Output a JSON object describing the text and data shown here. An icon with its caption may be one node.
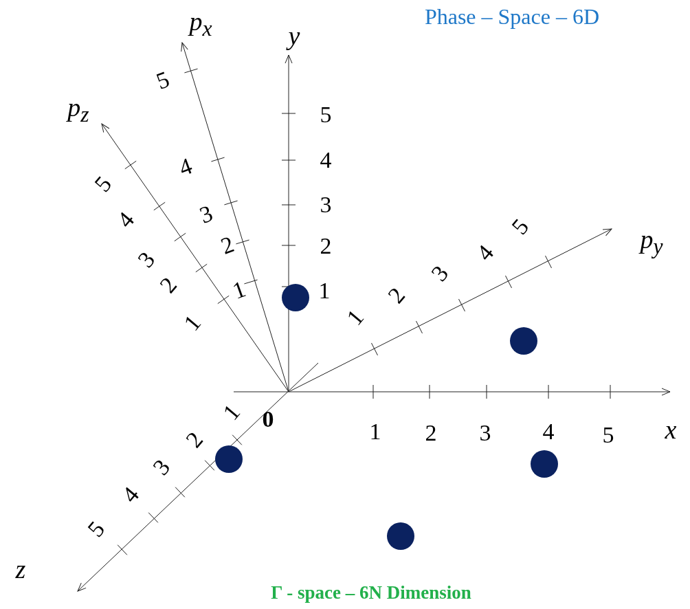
{
  "diagram": {
    "title": "Phase – Space – 6D",
    "caption": "Γ - space – 6N Dimension",
    "nodes": [
      {
        "text": [],
        "shape": "circle"
      },
      {
        "text": [],
        "shape": "circle"
      },
      {
        "text": [],
        "shape": "circle"
      },
      {
        "text": [],
        "shape": "circle"
      },
      {
        "text": [],
        "shape": "circle"
      }
    ],
    "labels": [
      "p$_{x}$",
      "y",
      "p$_{z}$",
      "p$_{y}$",
      "x",
      "z",
      "0",
      "1",
      "2",
      "3",
      "4",
      "5",
      "1",
      "2",
      "3",
      "4",
      "5",
      "1",
      "2",
      "3",
      "4",
      "5",
      "1",
      "2",
      "3",
      "4",
      "5",
      "1",
      "2",
      "3",
      "4",
      "5",
      "1",
      "2",
      "3",
      "4",
      "5"
    ]
  }
}
